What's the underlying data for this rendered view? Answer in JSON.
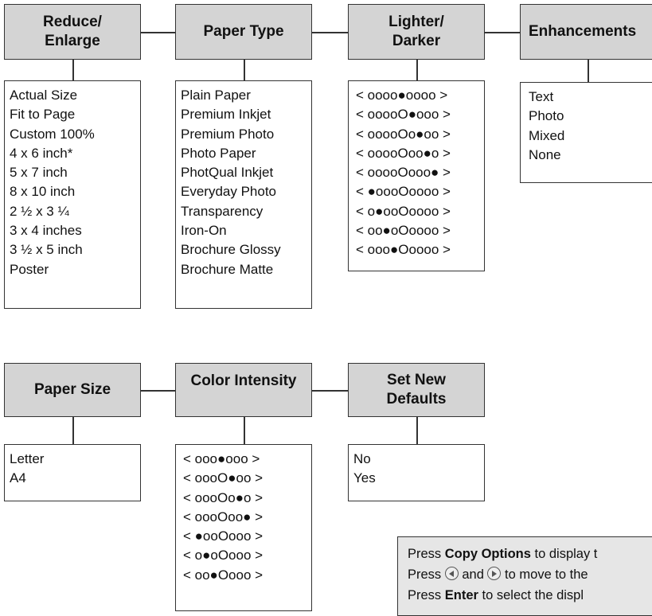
{
  "menus": {
    "reduce_enlarge": {
      "title": "Reduce/\nEnlarge",
      "items": [
        "Actual Size",
        "Fit to Page",
        "Custom 100%",
        "4 x 6 inch*",
        "5 x 7 inch",
        "8 x 10 inch",
        "2 ½ x 3 ¼",
        "3 x 4 inches",
        "3 ½ x 5 inch",
        "Poster"
      ]
    },
    "paper_type": {
      "title": "Paper Type",
      "items": [
        "Plain Paper",
        "Premium Inkjet",
        "Premium Photo",
        "Photo Paper",
        "PhotQual Inkjet",
        "Everyday Photo",
        "Transparency",
        "Iron-On",
        "Brochure Glossy",
        "Brochure Matte"
      ]
    },
    "lighter_darker": {
      "title": "Lighter/\nDarker",
      "items": [
        "< oooo●oooo >",
        "< ooooO●ooo >",
        "< ooooOo●oo >",
        "< ooooOoo●o >",
        "< ooooOooo● >",
        "< ●oooOoooo >",
        "< o●ooOoooo >",
        "< oo●oOoooo >",
        "< ooo●Ooooo >"
      ]
    },
    "enhancements": {
      "title": "Enhancements",
      "items": [
        "Text",
        "Photo",
        "Mixed",
        "None"
      ]
    },
    "paper_size": {
      "title": "Paper Size",
      "items": [
        "Letter",
        "A4"
      ]
    },
    "color_intensity": {
      "title": "Color Intensity",
      "items": [
        "< ooo●ooo >",
        "< oooO●oo >",
        "< oooOo●o >",
        "< oooOoo● >",
        "< ●ooOooo >",
        "< o●oOooo >",
        "< oo●Oooo >"
      ]
    },
    "set_new_defaults": {
      "title": "Set New\nDefaults",
      "items": [
        "No",
        "Yes"
      ]
    }
  },
  "notes": {
    "line1_pre": "Press ",
    "line1_bold": "Copy Options",
    "line1_post": " to display t",
    "line2_pre": "Press ",
    "line2_mid": " and ",
    "line2_post": " to move to the",
    "line3_pre": "Press ",
    "line3_bold": "Enter",
    "line3_post": " to select the displ"
  }
}
